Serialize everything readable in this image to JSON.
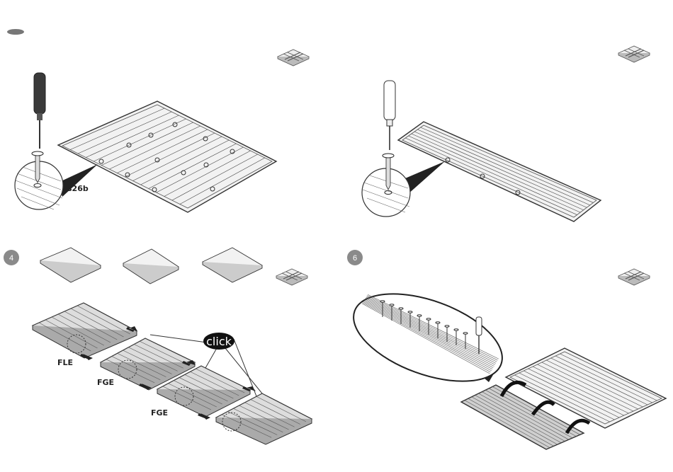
{
  "steps": [
    {
      "number": "",
      "part_label": "s26b"
    },
    {
      "number": ""
    },
    {
      "number": "4",
      "labels": {
        "fle": "FLE",
        "fge_1": "FGE",
        "fge_2": "FGE",
        "click": "click"
      }
    },
    {
      "number": "6"
    }
  ],
  "colors": {
    "line": "#333333",
    "panel_fill": "#f2f2f2",
    "step_badge": "#8a8a8a",
    "click_bubble": "#111111"
  }
}
